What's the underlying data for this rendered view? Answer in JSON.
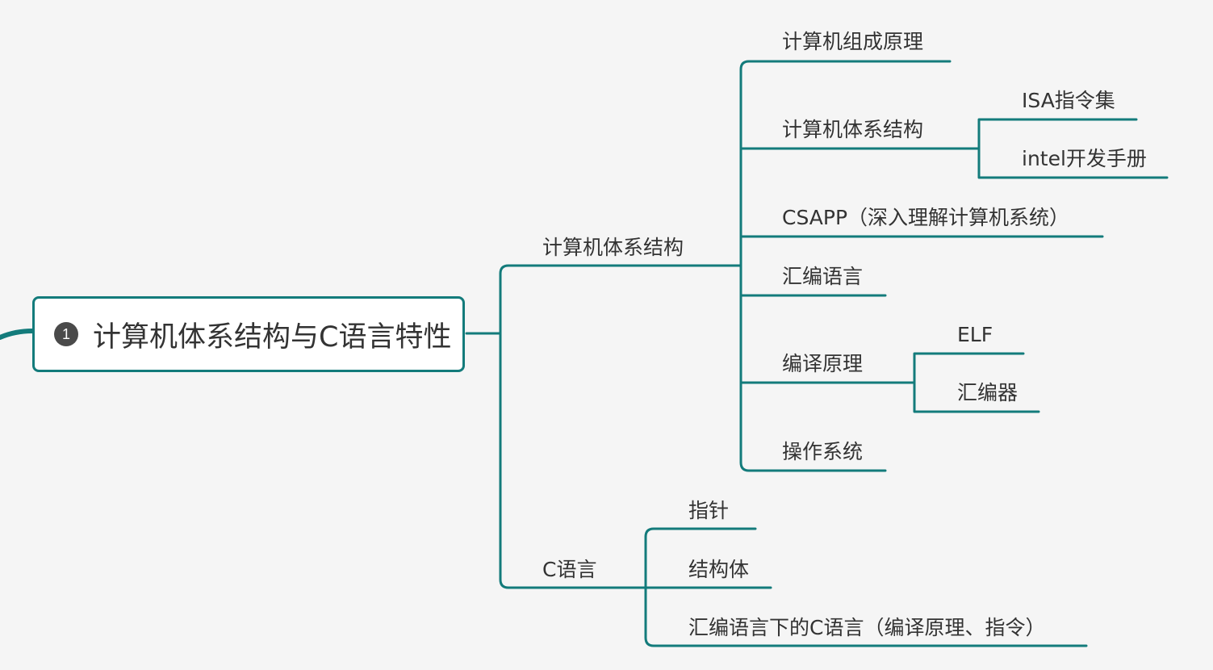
{
  "colors": {
    "background": "#f5f5f5",
    "branch_line": "#137b7b",
    "text": "#333333",
    "badge": "#4a4a4a"
  },
  "central": {
    "badge": "1",
    "label": "计算机体系结构与C语言特性"
  },
  "topics": {
    "arch": {
      "label": "计算机体系结构",
      "children": {
        "composition": "计算机组成原理",
        "architecture": {
          "label": "计算机体系结构",
          "children": {
            "isa": "ISA指令集",
            "intel": "intel开发手册"
          }
        },
        "csapp": "CSAPP（深入理解计算机系统）",
        "assembly": "汇编语言",
        "compiler": {
          "label": "编译原理",
          "children": {
            "elf": "ELF",
            "assembler": "汇编器"
          }
        },
        "os": "操作系统"
      }
    },
    "c": {
      "label": "C语言",
      "children": {
        "pointer": "指针",
        "struct": "结构体",
        "c_under_asm": "汇编语言下的C语言（编译原理、指令）"
      }
    }
  }
}
